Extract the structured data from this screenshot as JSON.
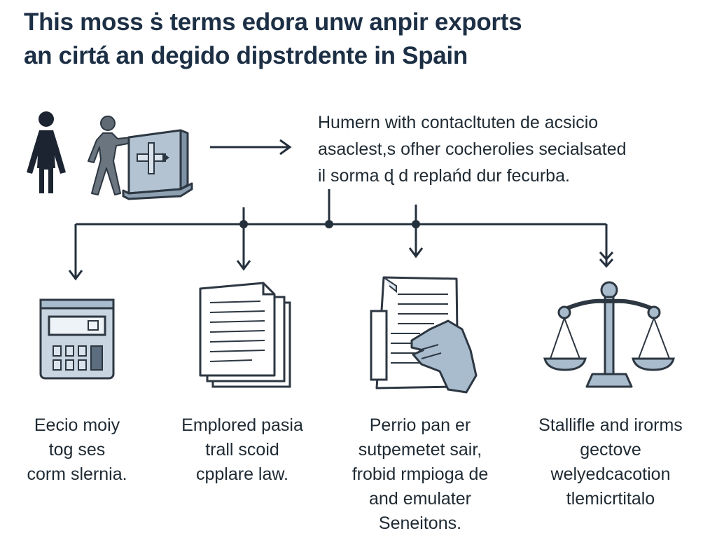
{
  "title": {
    "line1": "This moss ṡ terms edora unw anpir exports",
    "line2": "an cirtá an degido dipstrdente in Spain"
  },
  "intro": {
    "line1": "Humern with contacltuten de acsicio",
    "line2": "asaclest,s ofher cocherolies secialsated",
    "line3": "il sorma ɖ d replańd dur fecurba."
  },
  "columns": [
    {
      "icon": "calculator-icon",
      "caption": [
        "Eecio moiy",
        "tog ses",
        "corm slernia."
      ]
    },
    {
      "icon": "documents-stack-icon",
      "caption": [
        "Emplored pasia",
        "trall scoid",
        "cpplare law."
      ]
    },
    {
      "icon": "hand-document-icon",
      "caption": [
        "Perrio pan er",
        "sutpemetet sair,",
        "frobid rmpioga de",
        "and emulater",
        "Seneitons."
      ]
    },
    {
      "icon": "scales-of-justice-icon",
      "caption": [
        "Stalliflе and irorms",
        "gectove",
        "welyedcacotion",
        "tlemicrtitalo"
      ]
    }
  ],
  "colors": {
    "line": "#25303d",
    "icon_fill": "#a9bccd",
    "icon_dark": "#3d4f60",
    "person_dark": "#1b2430",
    "person_gray": "#6b7580"
  }
}
